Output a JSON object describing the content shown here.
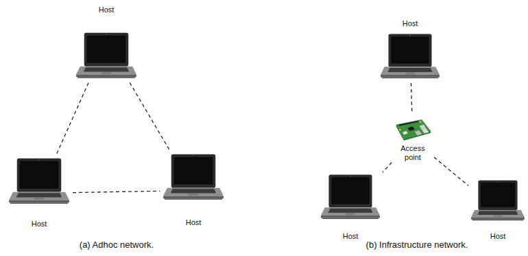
{
  "diagram": {
    "nodes": [
      {
        "text": [
          "Host"
        ]
      },
      {
        "text": [
          "Host"
        ]
      },
      {
        "text": [
          "Host"
        ]
      },
      {
        "text": [
          "Host"
        ]
      },
      {
        "text": [
          "Access point"
        ]
      },
      {
        "text": [
          "Host"
        ]
      },
      {
        "text": [
          "Host"
        ]
      }
    ],
    "edges": [
      {
        "from": 0,
        "to": 1,
        "arrow": "none"
      },
      {
        "from": 0,
        "to": 2,
        "arrow": "none"
      },
      {
        "from": 1,
        "to": 2,
        "arrow": "none"
      },
      {
        "from": 3,
        "to": 4,
        "arrow": "none"
      },
      {
        "from": 4,
        "to": 5,
        "arrow": "none"
      },
      {
        "from": 4,
        "to": 6,
        "arrow": "none"
      }
    ],
    "labels": [
      "(a) Adhoc network.",
      "(b) Infrastructure network."
    ]
  }
}
